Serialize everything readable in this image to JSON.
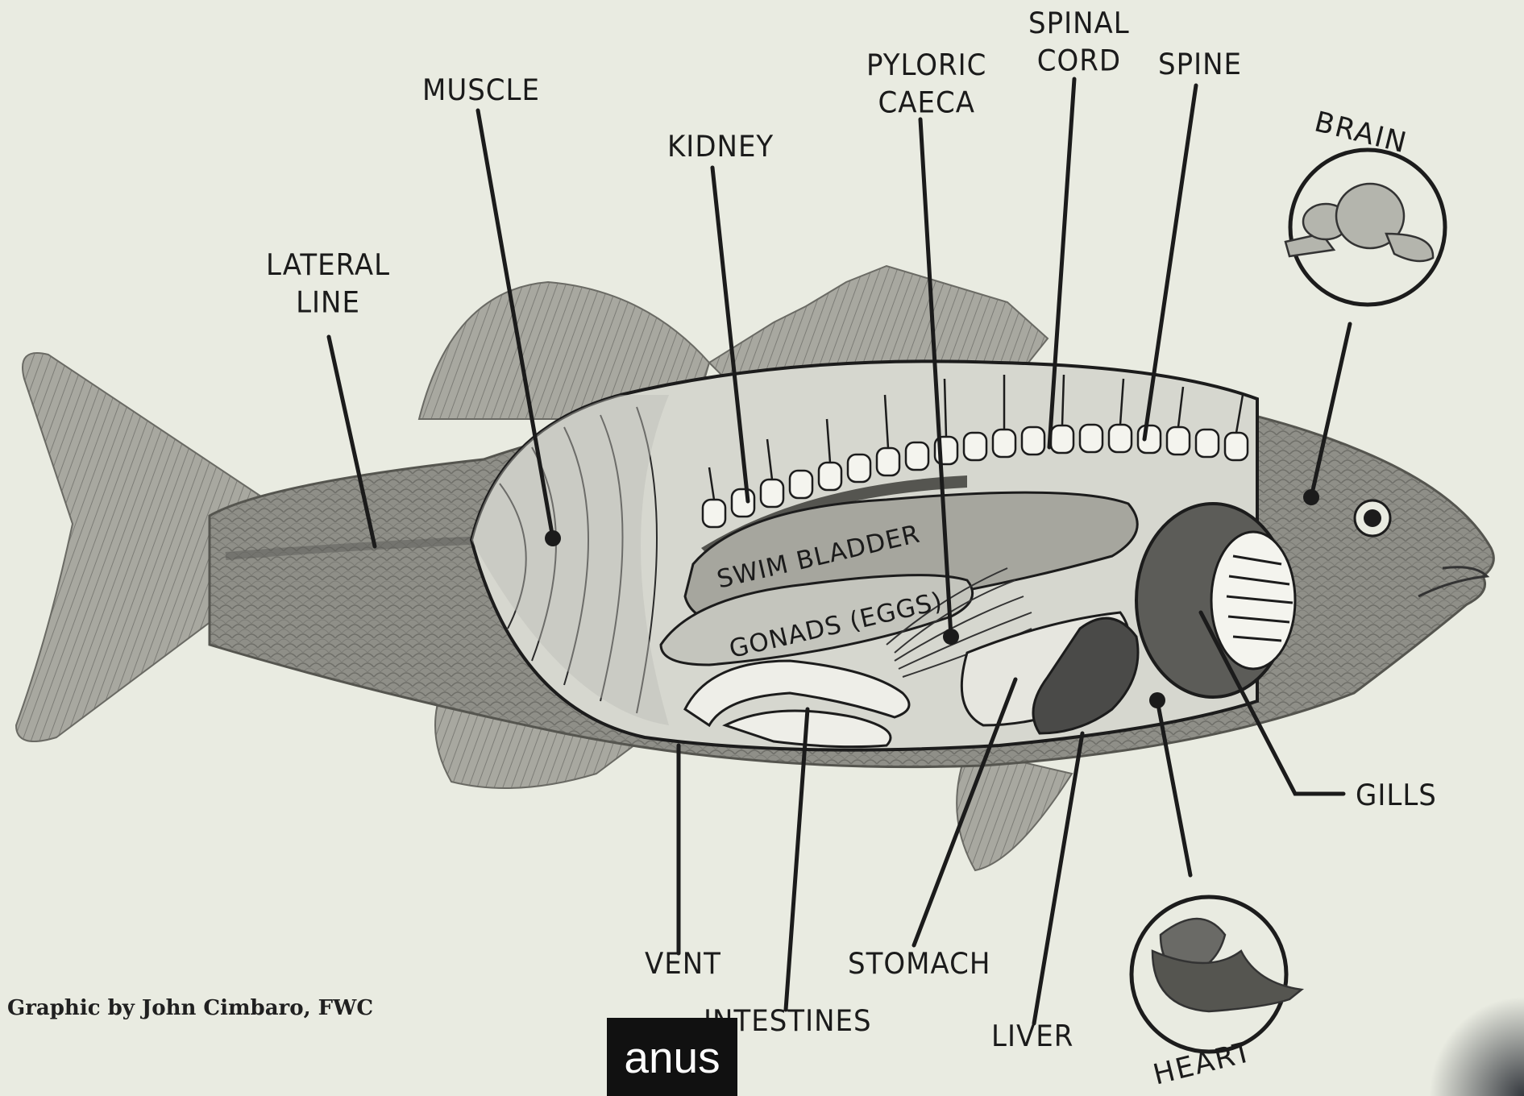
{
  "labels": {
    "muscle": "MUSCLE",
    "lateral_line": "LATERAL\nLINE",
    "kidney": "KIDNEY",
    "pyloric_caeca": "PYLORIC\nCAECA",
    "spinal_cord": "SPINAL\nCORD",
    "spine": "SPINE",
    "brain": "BRAIN",
    "swim_bladder": "SWIM BLADDER",
    "gonads": "GONADS (EGGS)",
    "gills": "GILLS",
    "vent": "VENT",
    "intestines": "INTESTINES",
    "stomach": "STOMACH",
    "liver": "LIVER",
    "heart": "HEART"
  },
  "credit": "Graphic by John Cimbaro, FWC",
  "overlay_label": "anus",
  "colors": {
    "paper": "#e9ebe1",
    "fish_body": "#9a9a92",
    "body_cavity": "#d6d7cf",
    "swim_bladder": "#a6a69e",
    "liver": "#4a4a48",
    "gill_cover": "#5c5c58",
    "overlay_bg": "#111111",
    "overlay_text": "#ffffff"
  }
}
